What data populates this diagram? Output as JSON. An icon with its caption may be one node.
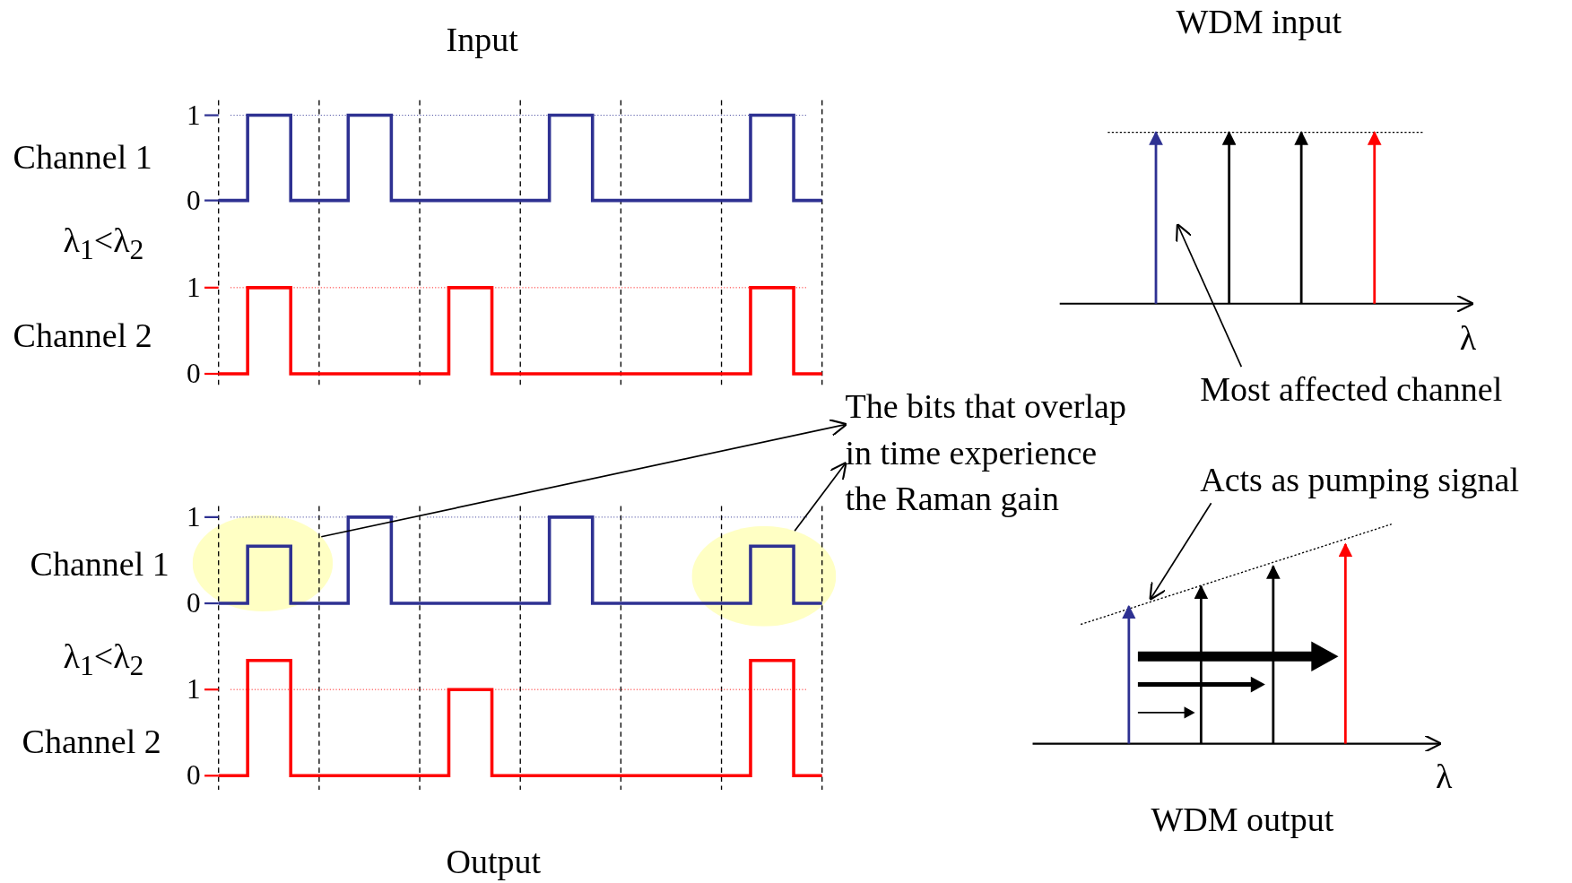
{
  "diagram": {
    "nodes": [
      {
        "text": [],
        "shape": "circle"
      },
      {
        "text": [],
        "shape": "circle"
      },
      {
        "text": [
          "The bits that overlap in time experience the Raman gain"
        ]
      },
      {
        "text": [
          "Most affected channel"
        ]
      },
      {
        "text": [
          "Acts as pumping signal"
        ]
      }
    ],
    "edges": [
      {
        "from": 0,
        "to": 2,
        "arrow": "to"
      },
      {
        "from": 1,
        "to": 2,
        "arrow": "to"
      },
      {
        "from": 3,
        "to": null,
        "arrow": "to"
      },
      {
        "from": 4,
        "to": null,
        "arrow": "to"
      }
    ],
    "labels": [
      "Input",
      "1",
      "Channel 1",
      "0",
      "λ$_{1}$<λ$_{2}$",
      "1",
      "Channel 2",
      "0",
      "1",
      "Channel 1",
      "0",
      "λ$_{1}$<λ$_{2}$",
      "1",
      "Channel 2",
      "0",
      "Output",
      "WDM input",
      "λ",
      "λ",
      "WDM output"
    ]
  }
}
